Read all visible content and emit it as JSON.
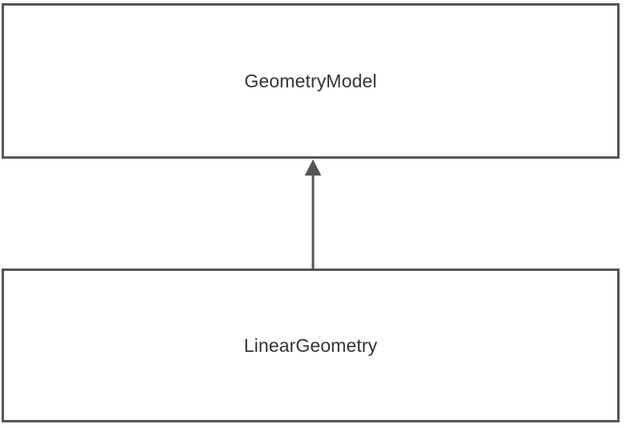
{
  "diagram": {
    "type": "uml-class-diagram",
    "background_color": "#ffffff",
    "stroke_color": "#555555",
    "text_color": "#333333",
    "classes": [
      {
        "id": "geometrymodel",
        "name": "GeometryModel",
        "role": "superclass"
      },
      {
        "id": "lineargeometry",
        "name": "LinearGeometry",
        "role": "subclass"
      }
    ],
    "relationships": [
      {
        "kind": "generalization",
        "from": "LinearGeometry",
        "to": "GeometryModel",
        "arrow_style": "solid-filled-triangle",
        "line_style": "solid"
      }
    ]
  }
}
